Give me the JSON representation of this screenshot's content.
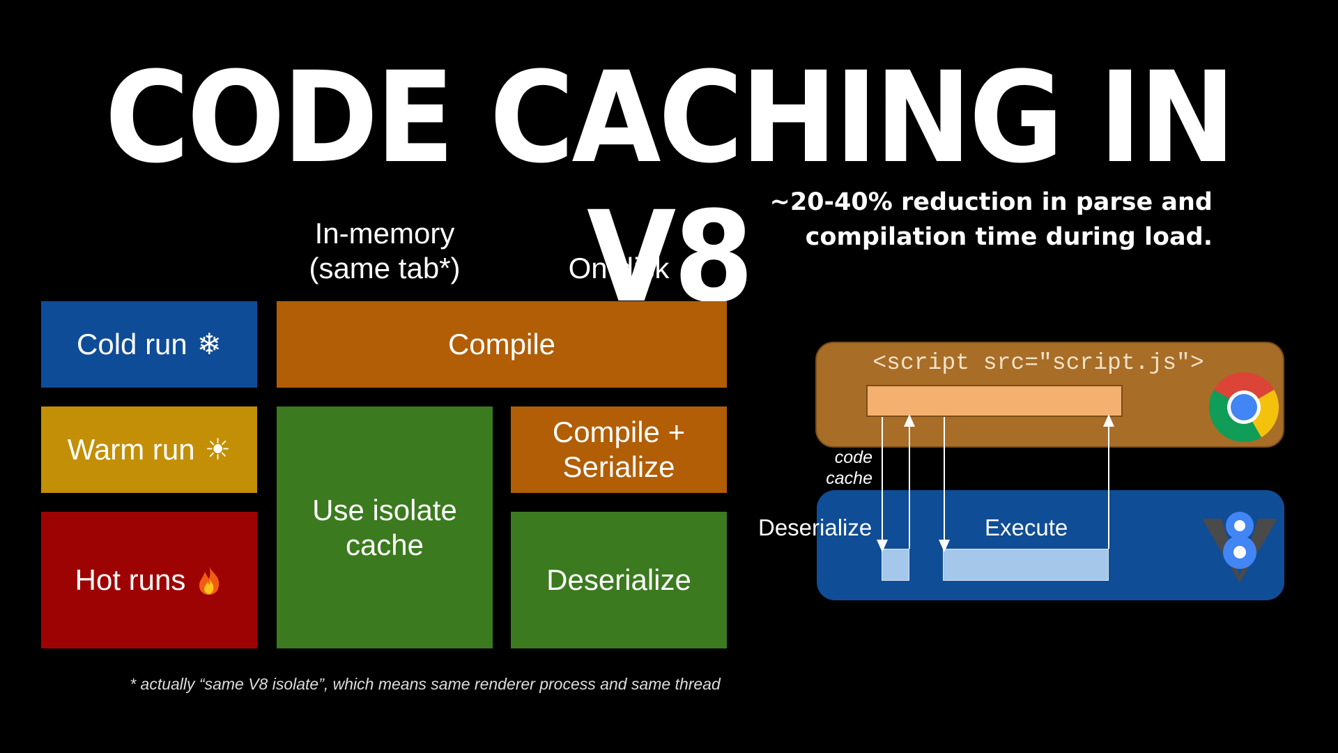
{
  "title": "CODE CACHING IN V8",
  "subtitle": {
    "line1": "~20-40% reduction in parse and",
    "line2": "compilation time during load."
  },
  "table": {
    "columns": {
      "in_memory_line1": "In-memory",
      "in_memory_line2": "(same tab*)",
      "on_disk": "On-disk"
    },
    "rows": {
      "cold": {
        "label": "Cold run",
        "icon": "snowflake-icon"
      },
      "warm": {
        "label": "Warm run",
        "icon": "sun-icon"
      },
      "hot": {
        "label": "Hot runs",
        "icon": "fire-icon"
      }
    },
    "cells": {
      "compile": "Compile",
      "use_isolate_line1": "Use isolate",
      "use_isolate_line2": "cache",
      "compile_serialize_line1": "Compile +",
      "compile_serialize_line2": "Serialize",
      "deserialize": "Deserialize"
    },
    "footnote": "* actually “same V8 isolate”, which means same renderer process and same thread"
  },
  "diagram": {
    "script_tag": "<script src=\"script.js\">",
    "code_cache_line1": "code",
    "code_cache_line2": "cache",
    "deserialize": "Deserialize",
    "execute": "Execute",
    "browser_logo": "chrome-logo-icon",
    "engine_logo": "v8-logo-icon"
  },
  "colors": {
    "blue": "#0f4c97",
    "orange": "#b15e06",
    "gold": "#c28f06",
    "red": "#9e0303",
    "green": "#3b7a1f",
    "brown_panel": "#a86d27",
    "blue_panel": "#0f4d96"
  }
}
